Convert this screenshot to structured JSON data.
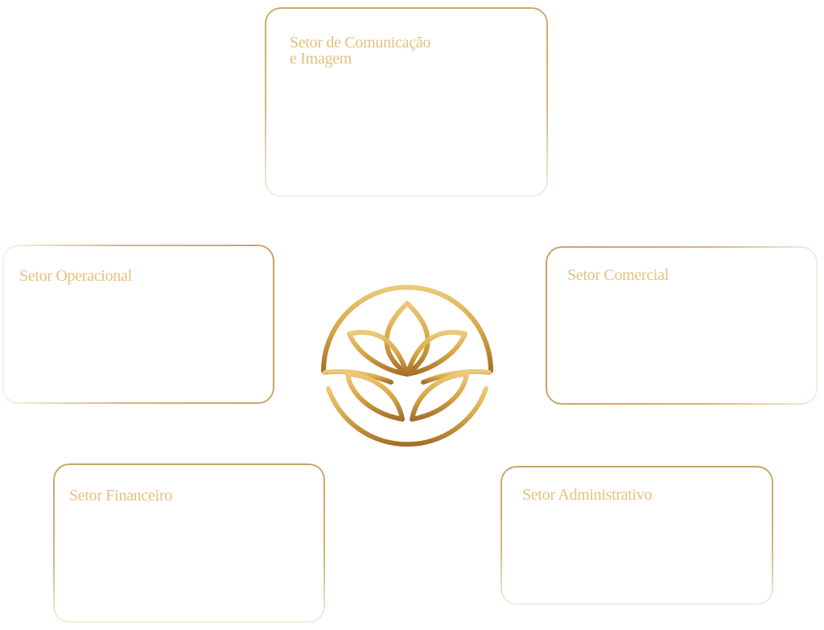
{
  "diagram": {
    "boxes": {
      "comunicacao": {
        "title": "Setor de Comunicação\ne Imagem"
      },
      "operacional": {
        "title": "Setor Operacional"
      },
      "comercial": {
        "title": "Setor Comercial"
      },
      "financeiro": {
        "title": "Setor Financeiro"
      },
      "administrativo": {
        "title": "Setor Administrativo"
      }
    },
    "center_logo": {
      "icon": "lotus-icon"
    }
  },
  "colors": {
    "gold_light": "#e8c77a",
    "gold_mid": "#d2a64a",
    "gold_dark": "#a8742e",
    "title_text": "#e3c27e"
  }
}
